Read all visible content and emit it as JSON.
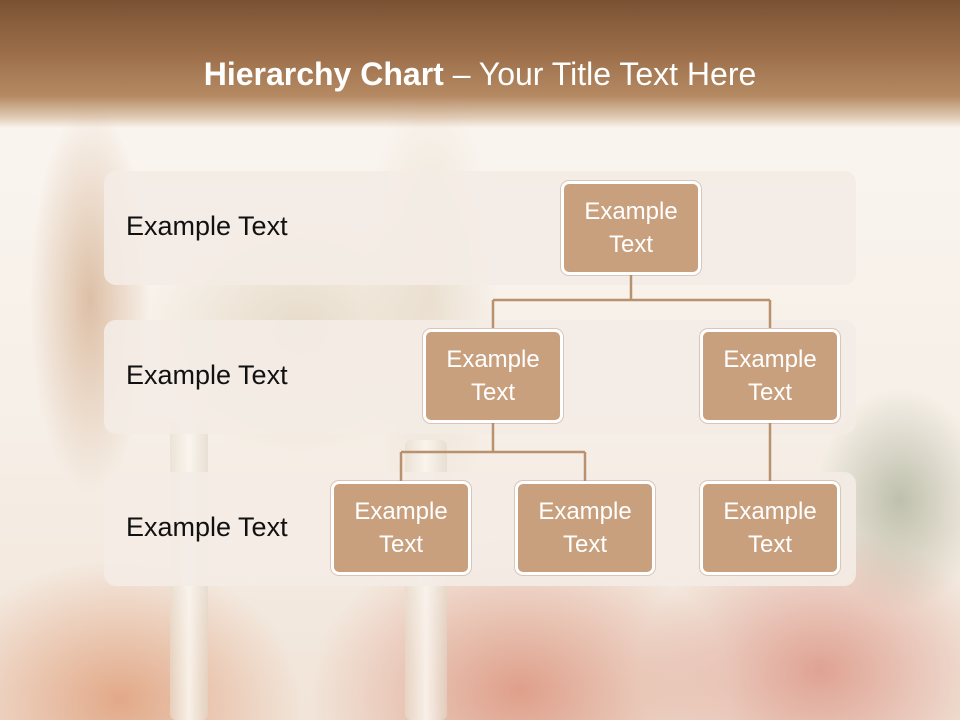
{
  "slide": {
    "title_bold": "Hierarchy Chart",
    "title_rest": " – Your Title Text Here"
  },
  "levels": [
    {
      "label": "Example Text"
    },
    {
      "label": "Example Text"
    },
    {
      "label": "Example Text"
    }
  ],
  "nodes": {
    "root": "Example Text",
    "level2_left": "Example Text",
    "level2_right": "Example Text",
    "level3_a": "Example Text",
    "level3_b": "Example Text",
    "level3_c": "Example Text"
  },
  "colors": {
    "header": "#9a6d48",
    "node_fill": "#c9a07e",
    "connector": "#b8926f",
    "band": "#f3ece5"
  }
}
